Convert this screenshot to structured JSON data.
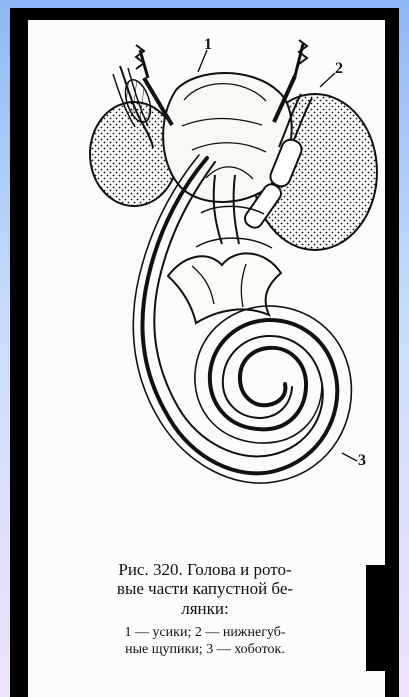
{
  "figure": {
    "callouts": {
      "one": "1",
      "two": "2",
      "three": "3"
    }
  },
  "caption": {
    "title": "Рис. 320. Голова и рото-\nвые части капустной бе-\nлянки:",
    "subtitle": "1 — усики; 2 — нижнегуб-\nные щупики; 3 — хоботок."
  },
  "colors": {
    "background_top": "#8fb6f6",
    "background_bottom": "#efe2fa",
    "ink": "#111111",
    "paper": "#fcfcfa",
    "black": "#000000"
  }
}
